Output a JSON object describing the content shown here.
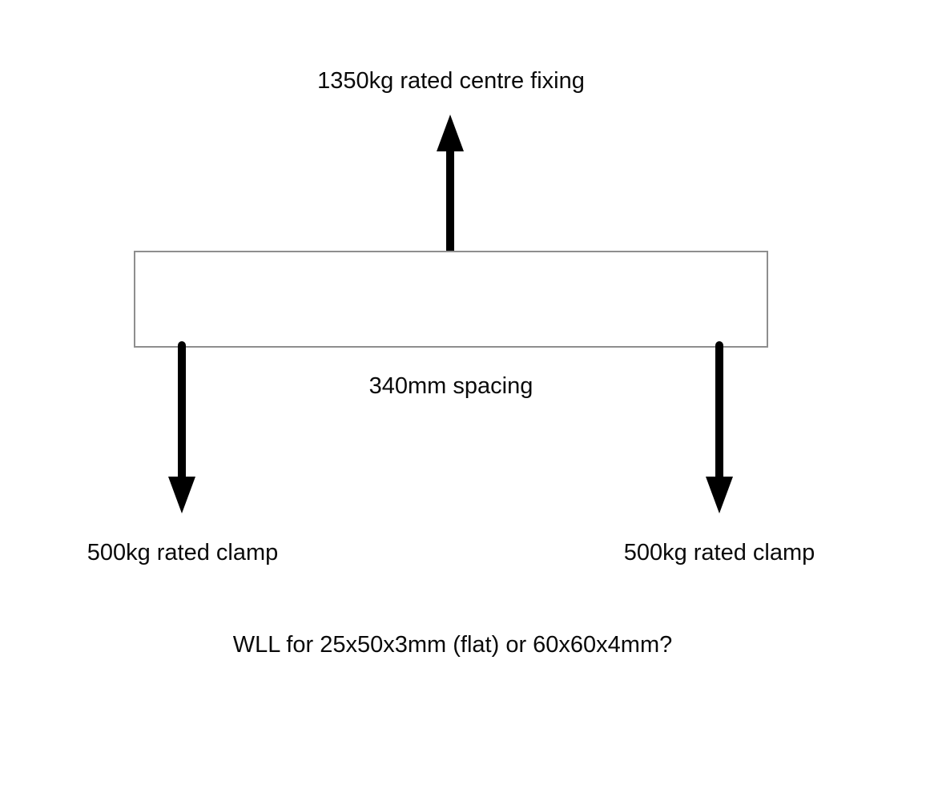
{
  "diagram": {
    "top_label": "1350kg rated centre fixing",
    "spacing_label": "340mm spacing",
    "left_clamp_label": "500kg rated clamp",
    "right_clamp_label": "500kg rated clamp",
    "question_label": "WLL for 25x50x3mm (flat) or 60x60x4mm?"
  },
  "colors": {
    "arrow": "#000000",
    "beam_border": "#8e8e8e",
    "beam_fill": "#ffffff",
    "text": "#0a0a0a",
    "background": "#ffffff"
  }
}
